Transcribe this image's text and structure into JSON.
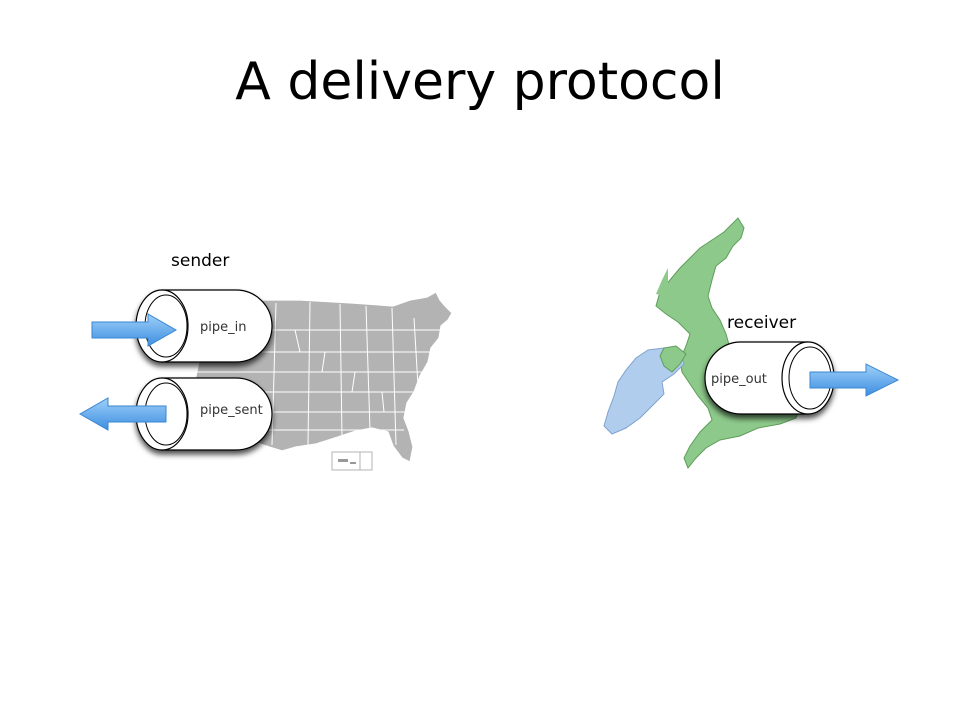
{
  "title": "A delivery protocol",
  "sender": {
    "label": "sender",
    "pipes": [
      "pipe_in",
      "pipe_sent"
    ]
  },
  "receiver": {
    "label": "receiver",
    "pipes": [
      "pipe_out"
    ]
  },
  "colors": {
    "us_map": "#b3b3b3",
    "great_britain": "#8dc98a",
    "ireland": "#b0cdee",
    "arrow": "#5aa9ee"
  }
}
